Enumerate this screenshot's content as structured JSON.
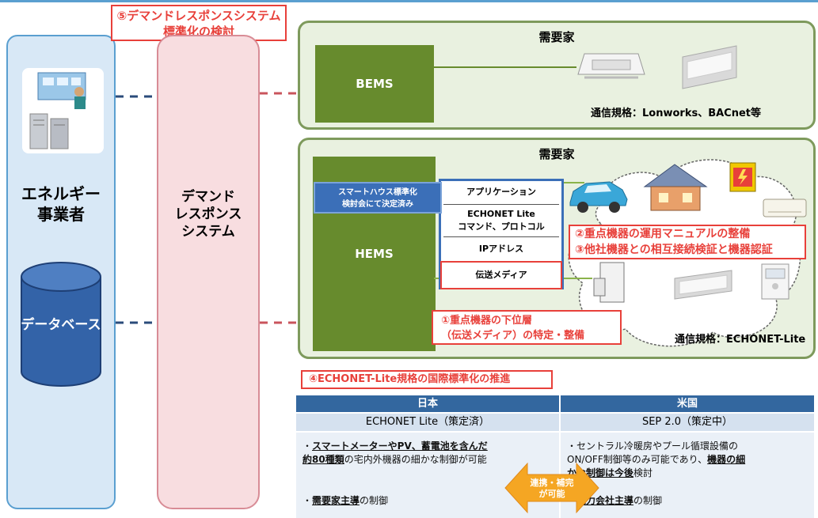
{
  "title5": "⑤デマンドレスポンスシステム標準化の検討",
  "title5_line1": "⑤デマンドレスポンスシステム",
  "title5_line2": "標準化の検討",
  "energy": {
    "line1": "エネルギー",
    "line2": "事業者",
    "database": "データベース"
  },
  "dr": {
    "line1": "デマンド",
    "line2": "レスポンス",
    "line3": "システム"
  },
  "customer1": {
    "title": "需要家",
    "bems": "BEMS",
    "comm": "通信規格：Lonworks、BACnet等"
  },
  "customer2": {
    "title": "需要家",
    "hems": "HEMS",
    "smarthouse_line1": "スマートハウス標準化",
    "smarthouse_line2": "検討会にて決定済み",
    "stack": {
      "app": "アプリケーション",
      "echonet_line1": "ECHONET Lite",
      "echonet_line2": "コマンド、プロトコル",
      "ip": "IPアドレス",
      "media": "伝送メディア"
    },
    "callout23_line1": "②重点機器の運用マニュアルの整備",
    "callout23_line2": "③他社機器との相互接続検証と機器認証",
    "callout1_line1": "①重点機器の下位層",
    "callout1_line2": "（伝送メディア）の特定・整備",
    "comm": "通信規格：ECHONET-Lite"
  },
  "item4": "④ECHONET-Lite規格の国際標準化の推進",
  "table": {
    "col1_header": "日本",
    "col2_header": "米国",
    "col1_sub": "ECHONET Lite（策定済）",
    "col2_sub": "SEP 2.0（策定中）",
    "col1_row1_a": "・",
    "col1_row1_b": "スマートメーターやPV、蓄電池を含んだ",
    "col1_row1_c": "約80種類",
    "col1_row1_d": "の宅内外機器の細かな制御が可能",
    "col2_row1_a": "・セントラル冷暖房やプール循環設備の",
    "col2_row1_b": "ON/OFF制御等のみ可能であり、",
    "col2_row1_c": "機器の細",
    "col2_row1_d": "かな制御は今後",
    "col2_row1_e": "検討",
    "col1_row2_a": "・",
    "col1_row2_b": "需要家主導",
    "col1_row2_c": "の制御",
    "col2_row2_a": "・",
    "col2_row2_b": "電力会社主導",
    "col2_row2_c": "の制御",
    "arrow_line1": "連携・補完",
    "arrow_line2": "が可能"
  },
  "colors": {
    "green": "#678b2d",
    "blue": "#3b6fb8",
    "red": "#e8403a",
    "pink": "#f8dde0",
    "orange": "#f5a623"
  }
}
